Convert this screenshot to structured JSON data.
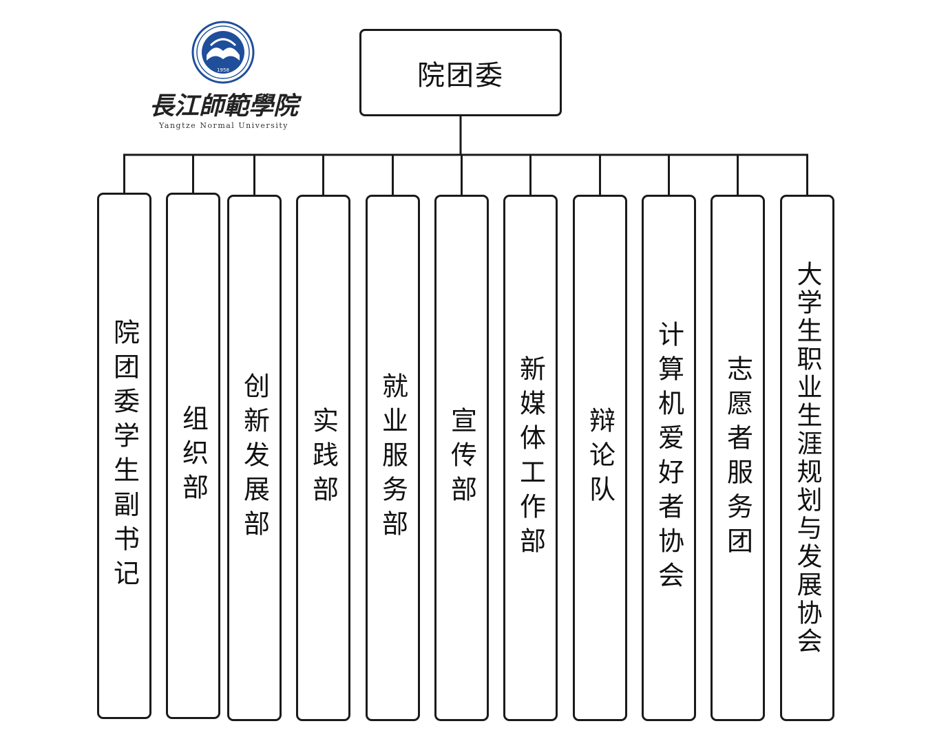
{
  "logo": {
    "name_cn": "長江師範學院",
    "name_en": "Yangtze Normal University",
    "color": "#1f4e9a"
  },
  "root": {
    "label": "院团委"
  },
  "departments": [
    {
      "label": "院团委学生副书记"
    },
    {
      "label": "组织部"
    },
    {
      "label": "创新发展部"
    },
    {
      "label": "实践部"
    },
    {
      "label": "就业服务部"
    },
    {
      "label": "宣传部"
    },
    {
      "label": "新媒体工作部"
    },
    {
      "label": "辩论队"
    },
    {
      "label": "计算机爱好者协会"
    },
    {
      "label": "志愿者服务团"
    },
    {
      "label": "大学生职业生涯规划与发展协会"
    }
  ],
  "colors": {
    "line": "#1a1a1a",
    "box_border": "#1a1a1a"
  }
}
